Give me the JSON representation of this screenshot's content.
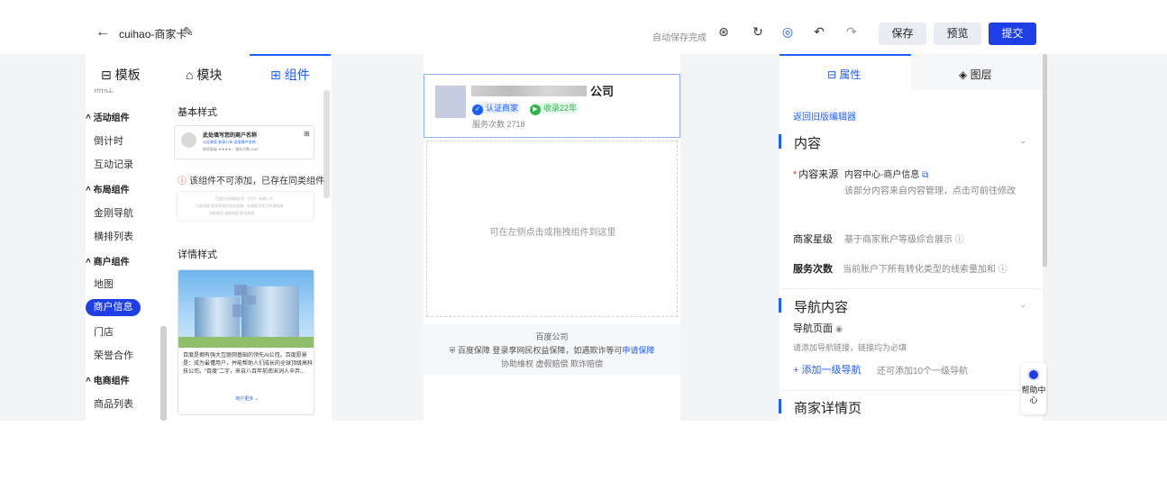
{
  "topbar": {
    "back_icon": "arrow-left-icon",
    "title": "cuihao-商家卡",
    "autosave": "自动保存完成",
    "save": "保存",
    "preview": "预览",
    "submit": "提交"
  },
  "left": {
    "tabs": [
      "模板",
      "模块",
      "组件"
    ],
    "partial_item": "四叶",
    "categories": [
      {
        "name": "活动组件",
        "items": [
          "倒计时",
          "互动记录"
        ]
      },
      {
        "name": "布局组件",
        "items": [
          "金刚导航",
          "横排列表"
        ]
      },
      {
        "name": "商户组件",
        "items": [
          "地图",
          "商户信息",
          "门店",
          "荣誉合作"
        ]
      },
      {
        "name": "电商组件",
        "items": [
          "商品列表"
        ]
      }
    ],
    "basic_title": "基本样式",
    "card1_name": "此处填写您的商户名称",
    "card1_badges": "认证商家  收录22年  这里商户名称",
    "card1_line": "商家星级 ★★★★☆  服务次数 8387",
    "warn": "该组件不可添加，已存在同类组件",
    "card2_line1": "百度在线网络技术（北京）有限公司",
    "card2_line2": "百度保障 登录享网民权益保障，如遇欺诈等可申请保障",
    "card2_line3": "协助维权  虚假赔偿  欺诈赔偿",
    "detail_title": "详情样式",
    "card3_text": "百度是拥有强大互联网基础的领先AI公司。百度愿景是：成为最懂用户，并能帮助人们成长的全球顶级高科技公司。“百度”二字，来自八百年前南宋词人辛弃...",
    "card3_more": "商户更多"
  },
  "canvas": {
    "company_suffix": "公司",
    "badge_verified": "认证商家",
    "badge_years": "收录22年",
    "service_count": "服务次数 2718",
    "drop_hint": "可在左侧点击或拖拽组件到这里",
    "footer_company": "百度公司",
    "footer_guard": "百度保障 登录享网民权益保障，如遇欺诈等可",
    "footer_guard_link": "申请保障",
    "footer_items": "协助维权   虚假赔偿   欺诈赔偿"
  },
  "right": {
    "tabs": [
      "属性",
      "图层"
    ],
    "back_link": "返回旧版编辑器",
    "section_content": "内容",
    "source_label": "内容来源",
    "source_value": "内容中心-商户信息",
    "source_note": "该部分内容来自内容管理，点击可前往修改",
    "star_label": "商家星级",
    "star_value": "基于商家账户等级综合展示",
    "svc_label": "服务次数",
    "svc_value": "当前账户下所有转化类型的线索量加和",
    "section_nav": "导航内容",
    "nav_page": "导航页面",
    "nav_hint": "请添加导航链接，链接均为必填",
    "nav_add": "+ 添加一级导航",
    "nav_add_note": "还可添加10个一级导航",
    "section_detail": "商家详情页",
    "help": "帮助中心"
  },
  "colors": {
    "accent": "#1e5fff",
    "primary_button": "#1e3fe6",
    "verified": "#1e5fff",
    "years": "#2cb54a",
    "warning": "#e23b3b"
  }
}
